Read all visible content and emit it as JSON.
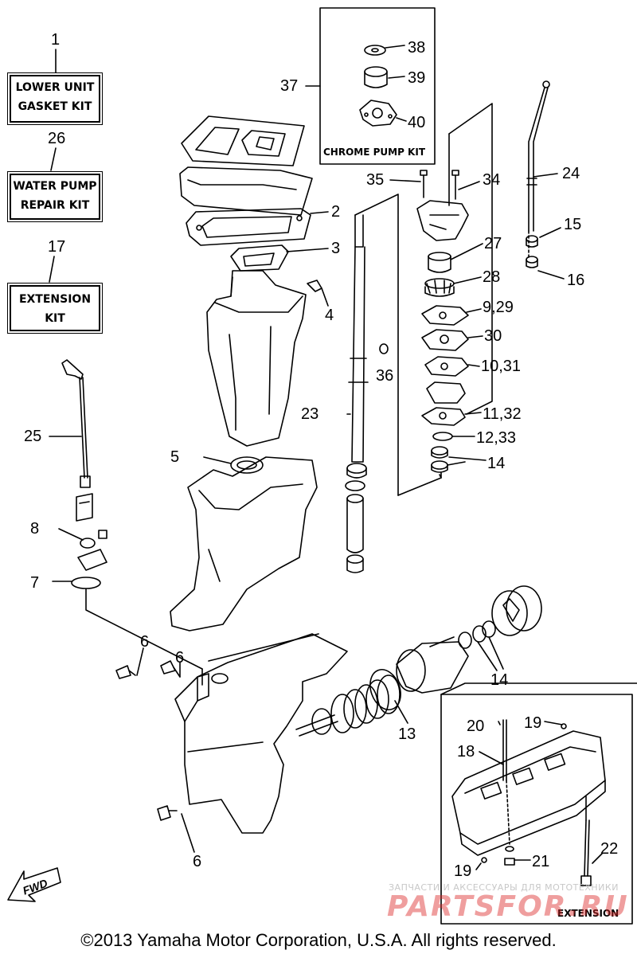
{
  "kits": {
    "lower_unit": {
      "ref": "1",
      "line1": "LOWER UNIT",
      "line2": "GASKET KIT"
    },
    "water_pump": {
      "ref": "26",
      "line1": "WATER PUMP",
      "line2": "REPAIR KIT"
    },
    "extension": {
      "ref": "17",
      "line1": "EXTENSION",
      "line2": "KIT"
    }
  },
  "chrome_pump_kit": {
    "label": "CHROME PUMP KIT"
  },
  "extension_box": {
    "label": "EXTENSION"
  },
  "fwd_label": "FWD",
  "callouts": {
    "c37": "37",
    "c38": "38",
    "c39": "39",
    "c40": "40",
    "c2": "2",
    "c3": "3",
    "c4": "4",
    "c5": "5",
    "c35": "35",
    "c34": "34",
    "c24": "24",
    "c15": "15",
    "c16": "16",
    "c27": "27",
    "c28": "28",
    "c9_29": "9,29",
    "c30": "30",
    "c10_31": "10,31",
    "c11_32": "11,32",
    "c12_33": "12,33",
    "c14a": "14",
    "c36": "36",
    "c23": "23",
    "c25": "25",
    "c8": "8",
    "c7": "7",
    "c6a": "6",
    "c6b": "6",
    "c6c": "6",
    "c14b": "14",
    "c13": "13",
    "c20": "20",
    "c19a": "19",
    "c18": "18",
    "c22": "22",
    "c19b": "19",
    "c21": "21"
  },
  "watermark": {
    "small": "ЗАПЧАСТИ И АКСЕССУАРЫ ДЛЯ МОТОТЕХНИКИ",
    "big": "PARTSFOR.RU"
  },
  "copyright": "©2013 Yamaha Motor Corporation, U.S.A. All rights reserved."
}
